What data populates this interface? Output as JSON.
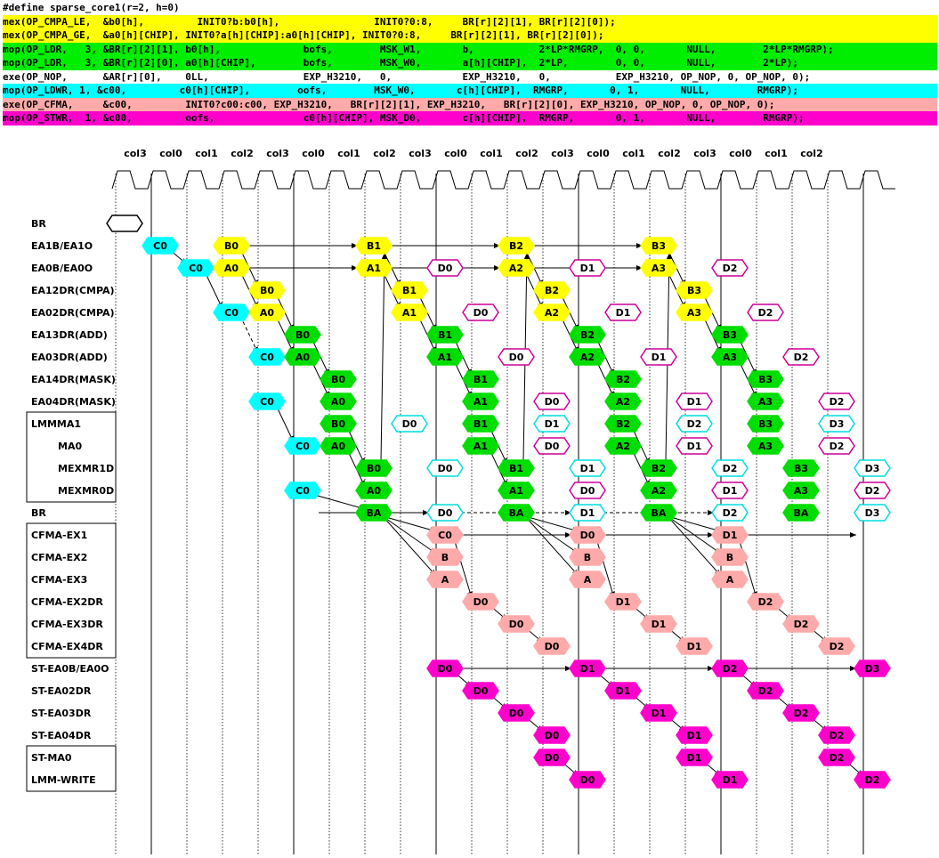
{
  "code": {
    "lines": [
      {
        "text": "#define sparse_core1(r=2, h=0)",
        "bg": "#ffffff"
      },
      {
        "text": "mex(OP_CMPA_LE,  &b0[h],         INIT0?b:b0[h],                INIT0?0:8,     BR[r][2][1], BR[r][2][0]);",
        "bg": "#ffff00"
      },
      {
        "text": "mex(OP_CMPA_GE,  &a0[h][CHIP], INIT0?a[h][CHIP]:a0[h][CHIP], INIT0?0:8,     BR[r][2][1], BR[r][2][0]);",
        "bg": "#ffff00"
      },
      {
        "text": "mop(OP_LDR,   3, &BR[r][2][1], b0[h],              bofs,        MSK_W1,       b,           2*LP*RMGRP,  0, 0,       NULL,        2*LP*RMGRP);",
        "bg": "#00ee00"
      },
      {
        "text": "mop(OP_LDR,   3, &BR[r][2][0], a0[h][CHIP],        bofs,        MSK_W0,       a[h][CHIP],  2*LP,        0, 0,       NULL,        2*LP);",
        "bg": "#00ee00"
      },
      {
        "text": "exe(OP_NOP,      &AR[r][0],    0LL,                EXP_H3210,   0,            EXP_H3210,   0,           EXP_H3210, OP_NOP, 0, OP_NOP, 0);",
        "bg": "#ffffff"
      },
      {
        "text": "mop(OP_LDWR, 1, &c00,         c0[h][CHIP],        oofs,        MSK_W0,       c[h][CHIP],  RMGRP,       0, 1,       NULL,        RMGRP);",
        "bg": "#00ffff"
      },
      {
        "text": "exe(OP_CFMA,     &c00,         INIT0?c00:c00, EXP_H3210,   BR[r][2][1], EXP_H3210,   BR[r][2][0], EXP_H3210, OP_NOP, 0, OP_NOP, 0);",
        "bg": "#ffaaaa"
      },
      {
        "text": "mop(OP_STWR,  1, &c00,         oofs,               c0[h][CHIP], MSK_D0,       c[h][CHIP],  RMGRP,       0, 1,       NULL,        RMGRP);",
        "bg": "#ff00cc"
      }
    ]
  },
  "columns": [
    "col3",
    "col0",
    "col1",
    "col2",
    "col3",
    "col0",
    "col1",
    "col2",
    "col3",
    "col0",
    "col1",
    "col2",
    "col3",
    "col0",
    "col1",
    "col2",
    "col3",
    "col0",
    "col1",
    "col2"
  ],
  "rows": [
    "BR",
    "EA1B/EA1O",
    "EA0B/EA0O",
    "EA12DR(CMPA)",
    "EA02DR(CMPA)",
    "EA13DR(ADD)",
    "EA03DR(ADD)",
    "EA14DR(MASK)",
    "EA04DR(MASK)",
    "LMMMA1",
    "MA0",
    "MEXMR1D",
    "MEXMR0D",
    "BR",
    "CFMA-EX1",
    "CFMA-EX2",
    "CFMA-EX3",
    "CFMA-EX2DR",
    "CFMA-EX3DR",
    "CFMA-EX4DR",
    "ST-EA0B/EA0O",
    "ST-EA02DR",
    "ST-EA03DR",
    "ST-EA04DR",
    "ST-MA0",
    "LMM-WRITE"
  ],
  "colors": {
    "yellow": "#ffff00",
    "green": "#00dd00",
    "cyan": "#00ffff",
    "pink": "#ffaaaa",
    "magenta": "#ff00cc",
    "outline_magenta": "#cc0099",
    "outline_cyan": "#00dddd"
  },
  "cells": [
    {
      "r": 0,
      "c": 0,
      "t": "",
      "s": "clear"
    },
    {
      "r": 1,
      "c": 1,
      "t": "C0",
      "s": "cyan"
    },
    {
      "r": 2,
      "c": 2,
      "t": "C0",
      "s": "cyan"
    },
    {
      "r": 4,
      "c": 3,
      "t": "C0",
      "s": "cyan"
    },
    {
      "r": 6,
      "c": 4,
      "t": "C0",
      "s": "cyan-dash"
    },
    {
      "r": 8,
      "c": 4,
      "t": "C0",
      "s": "cyan"
    },
    {
      "r": 10,
      "c": 5,
      "t": "C0",
      "s": "cyan"
    },
    {
      "r": 12,
      "c": 5,
      "t": "C0",
      "s": "cyan"
    },
    {
      "r": 1,
      "c": 3,
      "t": "B0",
      "s": "yellow"
    },
    {
      "r": 1,
      "c": 7,
      "t": "B1",
      "s": "yellow"
    },
    {
      "r": 1,
      "c": 11,
      "t": "B2",
      "s": "yellow"
    },
    {
      "r": 1,
      "c": 15,
      "t": "B3",
      "s": "yellow"
    },
    {
      "r": 2,
      "c": 3,
      "t": "A0",
      "s": "yellow"
    },
    {
      "r": 2,
      "c": 7,
      "t": "A1",
      "s": "yellow"
    },
    {
      "r": 2,
      "c": 9,
      "t": "D0",
      "s": "outline-magenta"
    },
    {
      "r": 2,
      "c": 11,
      "t": "A2",
      "s": "yellow"
    },
    {
      "r": 2,
      "c": 13,
      "t": "D1",
      "s": "outline-magenta"
    },
    {
      "r": 2,
      "c": 15,
      "t": "A3",
      "s": "yellow"
    },
    {
      "r": 2,
      "c": 17,
      "t": "D2",
      "s": "outline-magenta"
    },
    {
      "r": 3,
      "c": 4,
      "t": "B0",
      "s": "yellow"
    },
    {
      "r": 3,
      "c": 8,
      "t": "B1",
      "s": "yellow"
    },
    {
      "r": 3,
      "c": 12,
      "t": "B2",
      "s": "yellow"
    },
    {
      "r": 3,
      "c": 16,
      "t": "B3",
      "s": "yellow"
    },
    {
      "r": 4,
      "c": 4,
      "t": "A0",
      "s": "yellow"
    },
    {
      "r": 4,
      "c": 8,
      "t": "A1",
      "s": "yellow"
    },
    {
      "r": 4,
      "c": 10,
      "t": "D0",
      "s": "outline-magenta"
    },
    {
      "r": 4,
      "c": 12,
      "t": "A2",
      "s": "yellow"
    },
    {
      "r": 4,
      "c": 14,
      "t": "D1",
      "s": "outline-magenta"
    },
    {
      "r": 4,
      "c": 16,
      "t": "A3",
      "s": "yellow"
    },
    {
      "r": 4,
      "c": 18,
      "t": "D2",
      "s": "outline-magenta"
    },
    {
      "r": 5,
      "c": 5,
      "t": "B0",
      "s": "green"
    },
    {
      "r": 5,
      "c": 9,
      "t": "B1",
      "s": "green"
    },
    {
      "r": 5,
      "c": 13,
      "t": "B2",
      "s": "green"
    },
    {
      "r": 5,
      "c": 17,
      "t": "B3",
      "s": "green"
    },
    {
      "r": 6,
      "c": 5,
      "t": "A0",
      "s": "green"
    },
    {
      "r": 6,
      "c": 9,
      "t": "A1",
      "s": "green"
    },
    {
      "r": 6,
      "c": 11,
      "t": "D0",
      "s": "outline-magenta"
    },
    {
      "r": 6,
      "c": 13,
      "t": "A2",
      "s": "green"
    },
    {
      "r": 6,
      "c": 15,
      "t": "D1",
      "s": "outline-magenta"
    },
    {
      "r": 6,
      "c": 17,
      "t": "A3",
      "s": "green"
    },
    {
      "r": 6,
      "c": 19,
      "t": "D2",
      "s": "outline-magenta"
    },
    {
      "r": 7,
      "c": 6,
      "t": "B0",
      "s": "green"
    },
    {
      "r": 7,
      "c": 10,
      "t": "B1",
      "s": "green"
    },
    {
      "r": 7,
      "c": 14,
      "t": "B2",
      "s": "green"
    },
    {
      "r": 7,
      "c": 18,
      "t": "B3",
      "s": "green"
    },
    {
      "r": 8,
      "c": 6,
      "t": "A0",
      "s": "green"
    },
    {
      "r": 8,
      "c": 10,
      "t": "A1",
      "s": "green"
    },
    {
      "r": 8,
      "c": 12,
      "t": "D0",
      "s": "outline-magenta"
    },
    {
      "r": 8,
      "c": 14,
      "t": "A2",
      "s": "green"
    },
    {
      "r": 8,
      "c": 16,
      "t": "D1",
      "s": "outline-magenta"
    },
    {
      "r": 8,
      "c": 18,
      "t": "A3",
      "s": "green"
    },
    {
      "r": 8,
      "c": 20,
      "t": "D2",
      "s": "outline-magenta"
    },
    {
      "r": 9,
      "c": 6,
      "t": "B0",
      "s": "green"
    },
    {
      "r": 9,
      "c": 8,
      "t": "D0",
      "s": "outline-cyan"
    },
    {
      "r": 9,
      "c": 10,
      "t": "B1",
      "s": "green"
    },
    {
      "r": 9,
      "c": 12,
      "t": "D1",
      "s": "outline-cyan"
    },
    {
      "r": 9,
      "c": 14,
      "t": "B2",
      "s": "green"
    },
    {
      "r": 9,
      "c": 16,
      "t": "D2",
      "s": "outline-cyan"
    },
    {
      "r": 9,
      "c": 18,
      "t": "B3",
      "s": "green"
    },
    {
      "r": 9,
      "c": 20,
      "t": "D3",
      "s": "outline-cyan"
    },
    {
      "r": 10,
      "c": 6,
      "t": "A0",
      "s": "green"
    },
    {
      "r": 10,
      "c": 10,
      "t": "A1",
      "s": "green"
    },
    {
      "r": 10,
      "c": 12,
      "t": "D0",
      "s": "outline-magenta"
    },
    {
      "r": 10,
      "c": 14,
      "t": "A2",
      "s": "green"
    },
    {
      "r": 10,
      "c": 16,
      "t": "D1",
      "s": "outline-magenta"
    },
    {
      "r": 10,
      "c": 18,
      "t": "A3",
      "s": "green"
    },
    {
      "r": 10,
      "c": 20,
      "t": "D2",
      "s": "outline-magenta"
    },
    {
      "r": 11,
      "c": 7,
      "t": "B0",
      "s": "green"
    },
    {
      "r": 11,
      "c": 9,
      "t": "D0",
      "s": "outline-cyan"
    },
    {
      "r": 11,
      "c": 11,
      "t": "B1",
      "s": "green"
    },
    {
      "r": 11,
      "c": 13,
      "t": "D1",
      "s": "outline-cyan"
    },
    {
      "r": 11,
      "c": 15,
      "t": "B2",
      "s": "green"
    },
    {
      "r": 11,
      "c": 17,
      "t": "D2",
      "s": "outline-cyan"
    },
    {
      "r": 11,
      "c": 19,
      "t": "B3",
      "s": "green"
    },
    {
      "r": 11,
      "c": 21,
      "t": "D3",
      "s": "outline-cyan"
    },
    {
      "r": 12,
      "c": 7,
      "t": "A0",
      "s": "green"
    },
    {
      "r": 12,
      "c": 11,
      "t": "A1",
      "s": "green"
    },
    {
      "r": 12,
      "c": 13,
      "t": "D0",
      "s": "outline-magenta"
    },
    {
      "r": 12,
      "c": 15,
      "t": "A2",
      "s": "green"
    },
    {
      "r": 12,
      "c": 17,
      "t": "D1",
      "s": "outline-magenta"
    },
    {
      "r": 12,
      "c": 19,
      "t": "A3",
      "s": "green"
    },
    {
      "r": 12,
      "c": 21,
      "t": "D2",
      "s": "outline-magenta"
    },
    {
      "r": 13,
      "c": 7,
      "t": "BA",
      "s": "green"
    },
    {
      "r": 13,
      "c": 9,
      "t": "D0",
      "s": "outline-cyan"
    },
    {
      "r": 13,
      "c": 11,
      "t": "BA",
      "s": "green"
    },
    {
      "r": 13,
      "c": 13,
      "t": "D1",
      "s": "outline-cyan"
    },
    {
      "r": 13,
      "c": 15,
      "t": "BA",
      "s": "green"
    },
    {
      "r": 13,
      "c": 17,
      "t": "D2",
      "s": "outline-cyan"
    },
    {
      "r": 13,
      "c": 19,
      "t": "BA",
      "s": "green"
    },
    {
      "r": 13,
      "c": 21,
      "t": "D3",
      "s": "outline-cyan"
    },
    {
      "r": 14,
      "c": 9,
      "t": "C0",
      "s": "pink"
    },
    {
      "r": 14,
      "c": 13,
      "t": "D0",
      "s": "pink"
    },
    {
      "r": 14,
      "c": 17,
      "t": "D1",
      "s": "pink"
    },
    {
      "r": 15,
      "c": 9,
      "t": "B",
      "s": "pink"
    },
    {
      "r": 15,
      "c": 13,
      "t": "B",
      "s": "pink"
    },
    {
      "r": 15,
      "c": 17,
      "t": "B",
      "s": "pink"
    },
    {
      "r": 16,
      "c": 9,
      "t": "A",
      "s": "pink"
    },
    {
      "r": 16,
      "c": 13,
      "t": "A",
      "s": "pink"
    },
    {
      "r": 16,
      "c": 17,
      "t": "A",
      "s": "pink"
    },
    {
      "r": 17,
      "c": 10,
      "t": "D0",
      "s": "pink"
    },
    {
      "r": 17,
      "c": 14,
      "t": "D1",
      "s": "pink"
    },
    {
      "r": 17,
      "c": 18,
      "t": "D2",
      "s": "pink"
    },
    {
      "r": 18,
      "c": 11,
      "t": "D0",
      "s": "pink"
    },
    {
      "r": 18,
      "c": 15,
      "t": "D1",
      "s": "pink"
    },
    {
      "r": 18,
      "c": 19,
      "t": "D2",
      "s": "pink"
    },
    {
      "r": 19,
      "c": 12,
      "t": "D0",
      "s": "pink"
    },
    {
      "r": 19,
      "c": 16,
      "t": "D1",
      "s": "pink"
    },
    {
      "r": 19,
      "c": 20,
      "t": "D2",
      "s": "pink"
    },
    {
      "r": 20,
      "c": 9,
      "t": "D0",
      "s": "magenta"
    },
    {
      "r": 20,
      "c": 13,
      "t": "D1",
      "s": "magenta"
    },
    {
      "r": 20,
      "c": 17,
      "t": "D2",
      "s": "magenta"
    },
    {
      "r": 20,
      "c": 21,
      "t": "D3",
      "s": "magenta"
    },
    {
      "r": 21,
      "c": 10,
      "t": "D0",
      "s": "magenta"
    },
    {
      "r": 21,
      "c": 14,
      "t": "D1",
      "s": "magenta"
    },
    {
      "r": 21,
      "c": 18,
      "t": "D2",
      "s": "magenta"
    },
    {
      "r": 22,
      "c": 11,
      "t": "D0",
      "s": "magenta"
    },
    {
      "r": 22,
      "c": 15,
      "t": "D1",
      "s": "magenta"
    },
    {
      "r": 22,
      "c": 19,
      "t": "D2",
      "s": "magenta"
    },
    {
      "r": 23,
      "c": 12,
      "t": "D0",
      "s": "magenta"
    },
    {
      "r": 23,
      "c": 16,
      "t": "D1",
      "s": "magenta"
    },
    {
      "r": 23,
      "c": 20,
      "t": "D2",
      "s": "magenta"
    },
    {
      "r": 24,
      "c": 12,
      "t": "D0",
      "s": "magenta"
    },
    {
      "r": 24,
      "c": 16,
      "t": "D1",
      "s": "magenta"
    },
    {
      "r": 24,
      "c": 20,
      "t": "D2",
      "s": "magenta"
    },
    {
      "r": 25,
      "c": 13,
      "t": "D0",
      "s": "magenta"
    },
    {
      "r": 25,
      "c": 17,
      "t": "D1",
      "s": "magenta"
    },
    {
      "r": 25,
      "c": 21,
      "t": "D2",
      "s": "magenta"
    }
  ]
}
